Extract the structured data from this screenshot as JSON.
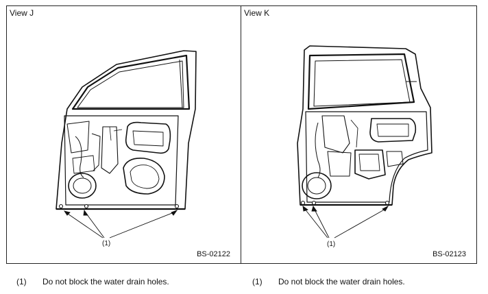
{
  "views": [
    {
      "title": "View J",
      "figure_code": "BS-02122",
      "callout": "(1)"
    },
    {
      "title": "View K",
      "figure_code": "BS-02123",
      "callout": "(1)"
    }
  ],
  "notes": [
    {
      "number": "(1)",
      "text": "Do not block the water drain holes."
    },
    {
      "number": "(1)",
      "text": "Do not block the water drain holes."
    }
  ]
}
